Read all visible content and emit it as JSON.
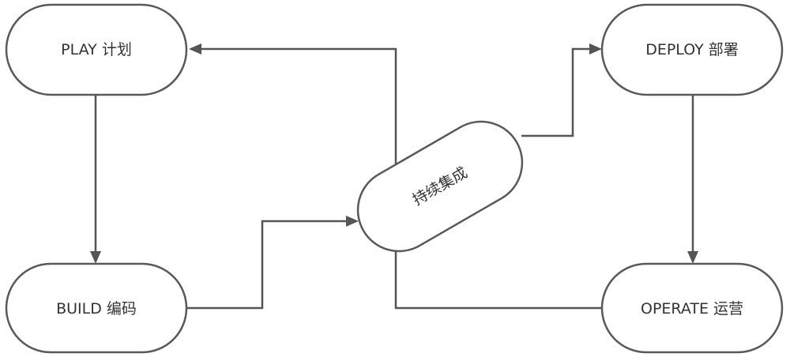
{
  "nodes": {
    "plan": "PLAY 计划",
    "build": "BUILD 编码",
    "ci": "持续集成",
    "deploy": "DEPLOY 部署",
    "operate": "OPERATE 运营"
  },
  "colors": {
    "stroke": "#595959",
    "text": "#333333",
    "background": "#ffffff"
  }
}
